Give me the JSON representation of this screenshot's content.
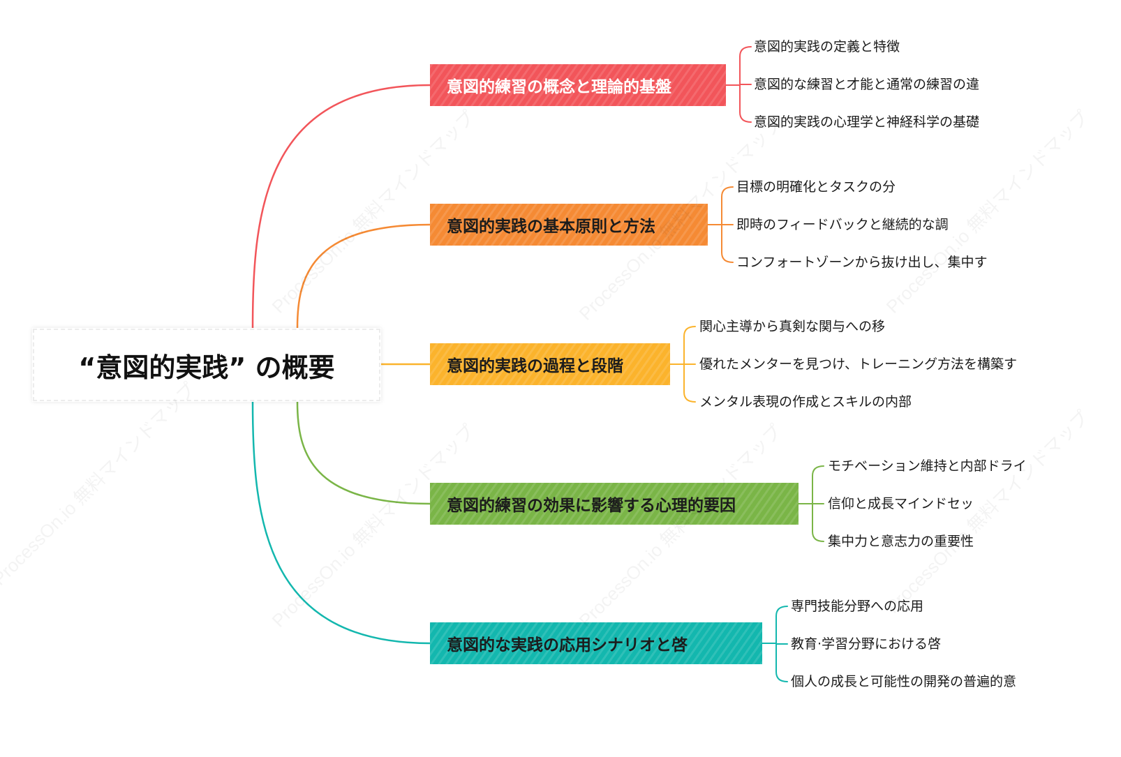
{
  "root": {
    "title": "“意図的実践” の概要"
  },
  "watermark": "ProcessOn.io 無料マインドマップ",
  "branches": [
    {
      "label": "意図的練習の概念と理論的基盤",
      "color": "#f2555a",
      "text_style": "light",
      "children": [
        "意図的実践の定義と特徴",
        "意図的な練習と才能と通常の練習の違",
        "意図的実践の心理学と神経科学の基礎"
      ]
    },
    {
      "label": "意図的実践の基本原則と方法",
      "color": "#f58a34",
      "text_style": "dark",
      "children": [
        "目標の明確化とタスクの分",
        "即時のフィードバックと継続的な調",
        "コンフォートゾーンから抜け出し、集中す"
      ]
    },
    {
      "label": "意図的実践の過程と段階",
      "color": "#fbb32c",
      "text_style": "dark",
      "children": [
        "関心主導から真剣な関与への移",
        "優れたメンターを見つけ、トレーニング方法を構築す",
        "メンタル表現の作成とスキルの内部"
      ]
    },
    {
      "label": "意図的練習の効果に影響する心理的要因",
      "color": "#7ab547",
      "text_style": "dark",
      "children": [
        "モチベーション維持と内部ドライ",
        "信仰と成長マインドセッ",
        "集中力と意志力の重要性"
      ]
    },
    {
      "label": "意図的な実践の応用シナリオと啓",
      "color": "#13b7ae",
      "text_style": "dark",
      "children": [
        "専門技能分野への応用",
        "教育·学習分野における啓",
        "個人の成長と可能性の開発の普遍的意"
      ]
    }
  ]
}
